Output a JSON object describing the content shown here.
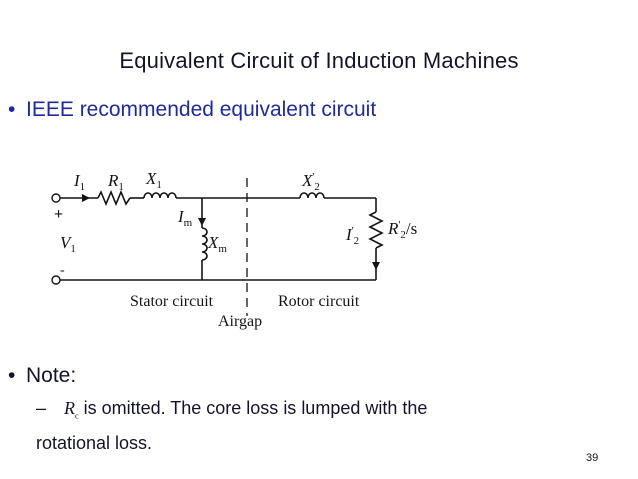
{
  "slide": {
    "title": "Equivalent Circuit of Induction Machines",
    "bullet1": "IEEE recommended equivalent circuit",
    "bullet2": "Note:",
    "note_symbol": "R",
    "note_symbol_sub": "c",
    "note_line1": " is omitted. The core loss is lumped with the",
    "note_line2": "rotational loss.",
    "page_number": "39",
    "bullet_char": "•",
    "dash_char": "–"
  },
  "circuit": {
    "I1": "I",
    "I1_sub": "1",
    "R1": "R",
    "R1_sub": "1",
    "X1": "X",
    "X1_sub": "1",
    "plus": "+",
    "minus": "-",
    "V1": "V",
    "V1_sub": "1",
    "Im": "I",
    "Im_sub": "m",
    "Xm": "X",
    "Xm_sub": "m",
    "X2": "X",
    "X2_sup": "'",
    "X2_sub": "2",
    "I2": "I",
    "I2_sup": "'",
    "I2_sub": "2",
    "R2": "R",
    "R2_sup": "'",
    "R2_sub": "2",
    "R2_suffix": "/s",
    "stator_label": "Stator circuit",
    "rotor_label": "Rotor circuit",
    "airgap_label": "Airgap"
  }
}
